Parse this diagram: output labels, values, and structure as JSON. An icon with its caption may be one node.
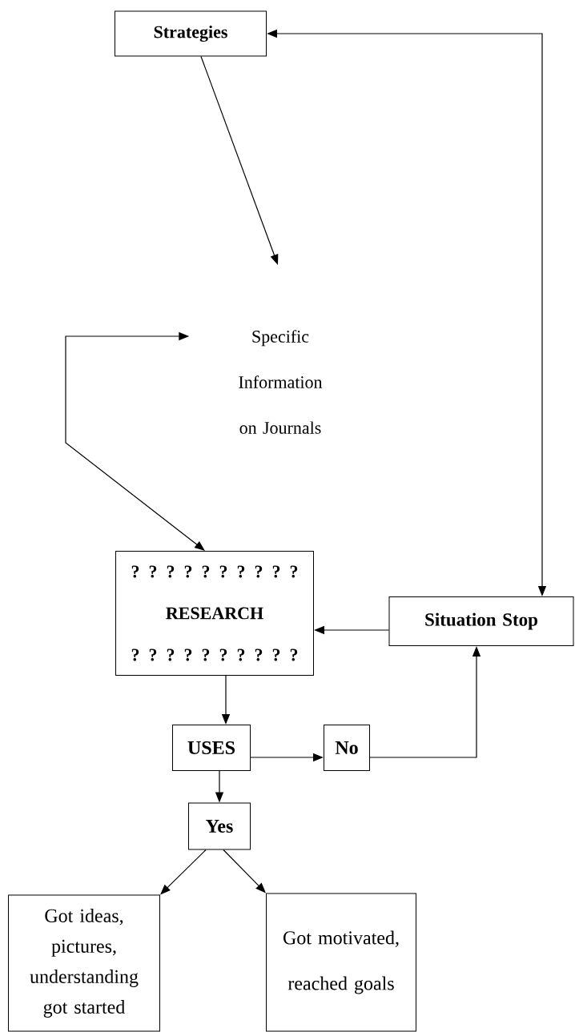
{
  "diagram": {
    "nodes": [
      {
        "text": [
          "Strategies"
        ]
      },
      {
        "text": [
          "Specific Information on Journals"
        ]
      },
      {
        "text": [
          "? ? ? ? ? ? ? ? ? ?",
          "RESEARCH",
          "? ? ? ? ? ? ? ? ? ?"
        ]
      },
      {
        "text": [
          "Situation Stop"
        ]
      },
      {
        "text": [
          "USES"
        ]
      },
      {
        "text": [
          "No"
        ]
      },
      {
        "text": [
          "Yes"
        ]
      },
      {
        "text": [
          "Got ideas, pictures, understanding got started"
        ]
      },
      {
        "text": [
          "Got motivated, reached goals"
        ]
      }
    ],
    "edges": [
      {
        "from": 0,
        "to": 1,
        "arrow": "to"
      },
      {
        "from": 3,
        "to": 0,
        "arrow": "both"
      },
      {
        "from": 1,
        "to": 2,
        "arrow": "both"
      },
      {
        "from": 3,
        "to": 2,
        "arrow": "to"
      },
      {
        "from": 2,
        "to": 4,
        "arrow": "to"
      },
      {
        "from": 4,
        "to": 5,
        "arrow": "to"
      },
      {
        "from": 5,
        "to": 3,
        "arrow": "to"
      },
      {
        "from": 4,
        "to": 6,
        "arrow": "to"
      },
      {
        "from": 6,
        "to": 7,
        "arrow": "to"
      },
      {
        "from": 6,
        "to": 8,
        "arrow": "to"
      }
    ]
  }
}
